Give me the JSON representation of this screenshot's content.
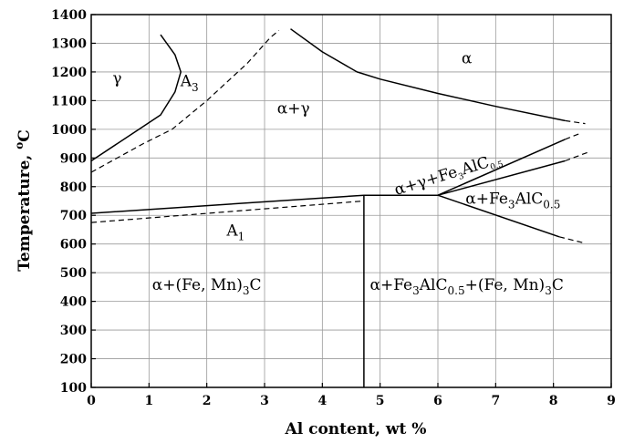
{
  "chart_data": {
    "type": "line",
    "title": "",
    "xlabel": "Al content, wt %",
    "ylabel": "Temperature, ",
    "ylabel_unit": "oC",
    "xlim": [
      0,
      9
    ],
    "ylim": [
      100,
      1400
    ],
    "x_ticks": [
      0,
      1,
      2,
      3,
      4,
      5,
      6,
      7,
      8,
      9
    ],
    "y_ticks": [
      100,
      200,
      300,
      400,
      500,
      600,
      700,
      800,
      900,
      1000,
      1100,
      1200,
      1300,
      1400
    ],
    "grid": true,
    "series": [
      {
        "style": "solid",
        "points": [
          [
            0,
            890
          ],
          [
            0.9,
            1010
          ],
          [
            1.2,
            1050
          ],
          [
            1.45,
            1130
          ],
          [
            1.55,
            1200
          ],
          [
            1.45,
            1260
          ],
          [
            1.2,
            1330
          ]
        ]
      },
      {
        "style": "solid",
        "points": [
          [
            3.45,
            1350
          ],
          [
            4.0,
            1270
          ],
          [
            4.6,
            1200
          ],
          [
            5.0,
            1175
          ],
          [
            6.0,
            1125
          ],
          [
            7.0,
            1080
          ],
          [
            8.2,
            1030
          ]
        ]
      },
      {
        "style": "solid",
        "points": [
          [
            0,
            707
          ],
          [
            4.72,
            770
          ],
          [
            6.0,
            770
          ],
          [
            8.2,
            965
          ]
        ]
      },
      {
        "style": "solid",
        "points": [
          [
            4.72,
            770
          ],
          [
            4.72,
            100
          ]
        ]
      },
      {
        "style": "solid",
        "points": [
          [
            6.0,
            770
          ],
          [
            8.2,
            890
          ]
        ]
      },
      {
        "style": "solid",
        "points": [
          [
            6.0,
            770
          ],
          [
            8.1,
            625
          ]
        ]
      },
      {
        "style": "dashed",
        "points": [
          [
            0,
            850
          ],
          [
            0.9,
            950
          ],
          [
            1.4,
            1000
          ],
          [
            2.0,
            1100
          ],
          [
            2.7,
            1230
          ],
          [
            3.1,
            1320
          ],
          [
            3.25,
            1345
          ]
        ]
      },
      {
        "style": "dashed",
        "points": [
          [
            8.2,
            1030
          ],
          [
            8.55,
            1020
          ]
        ]
      },
      {
        "style": "dashed",
        "points": [
          [
            0,
            675
          ],
          [
            4.72,
            750
          ]
        ]
      },
      {
        "style": "dashed",
        "points": [
          [
            8.2,
            965
          ],
          [
            8.45,
            985
          ]
        ]
      },
      {
        "style": "dashed",
        "points": [
          [
            8.2,
            890
          ],
          [
            8.6,
            920
          ]
        ]
      },
      {
        "style": "dashed",
        "points": [
          [
            8.1,
            625
          ],
          [
            8.5,
            605
          ]
        ]
      }
    ],
    "annotations": [
      {
        "id": "gamma",
        "text": "γ",
        "x": 0.45,
        "y": 1160
      },
      {
        "id": "A3",
        "text": "A",
        "sub": "3",
        "x": 1.7,
        "y": 1150
      },
      {
        "id": "alpha-gamma",
        "text": "α+γ",
        "x": 3.5,
        "y": 1055
      },
      {
        "id": "alpha",
        "text": "α",
        "x": 6.5,
        "y": 1230
      },
      {
        "id": "alpha-gamma-kappa",
        "text": "α+γ+Fe",
        "sub": "3",
        "text2": "AlC",
        "sub2": "0.5",
        "x": 6.2,
        "y": 827,
        "rotate": -17,
        "small": true
      },
      {
        "id": "alpha-kappa",
        "text": "α+Fe",
        "sub": "3",
        "text2": "AlC",
        "sub2": "0.5",
        "x": 7.3,
        "y": 740
      },
      {
        "id": "A1",
        "text": "A",
        "sub": "1",
        "x": 2.5,
        "y": 630
      },
      {
        "id": "alpha-carbide",
        "text": "α+(Fe, Mn)",
        "sub": "3",
        "text2": "C",
        "x": 2.0,
        "y": 440
      },
      {
        "id": "alpha-kappa-carbide",
        "text": "α+Fe",
        "sub": "3",
        "text2": "AlC",
        "sub2": "0.5",
        "text3": "+(Fe, Mn)",
        "sub3": "3",
        "text4": "C",
        "x": 6.5,
        "y": 440
      }
    ]
  }
}
